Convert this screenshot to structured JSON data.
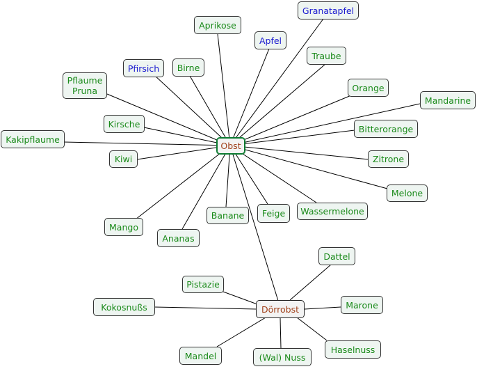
{
  "colors": {
    "leaf_text": "#1a8a1a",
    "link_text": "#1a1ad0",
    "hub_text": "#a0401a"
  },
  "hubs": {
    "obst": {
      "label": "Obst"
    },
    "doerrobst": {
      "label": "Dörrobst"
    }
  },
  "nodes": {
    "aprikose": {
      "label": "Aprikose"
    },
    "granatapfel": {
      "label": "Granatapfel"
    },
    "apfel": {
      "label": "Apfel"
    },
    "traube": {
      "label": "Traube"
    },
    "pfirsich": {
      "label": "Pfirsich"
    },
    "birne": {
      "label": "Birne"
    },
    "pflaume": {
      "label1": "Pflaume",
      "label2": "Pruna"
    },
    "orange": {
      "label": "Orange"
    },
    "mandarine": {
      "label": "Mandarine"
    },
    "kirsche": {
      "label": "Kirsche"
    },
    "bitterorange": {
      "label": "Bitterorange"
    },
    "kakipflaume": {
      "label": "Kakipflaume"
    },
    "kiwi": {
      "label": "Kiwi"
    },
    "zitrone": {
      "label": "Zitrone"
    },
    "melone": {
      "label": "Melone"
    },
    "wassermelone": {
      "label": "Wassermelone"
    },
    "banane": {
      "label": "Banane"
    },
    "feige": {
      "label": "Feige"
    },
    "mango": {
      "label": "Mango"
    },
    "ananas": {
      "label": "Ananas"
    },
    "dattel": {
      "label": "Dattel"
    },
    "pistazie": {
      "label": "Pistazie"
    },
    "kokosnuss": {
      "label": "Kokosnußs"
    },
    "marone": {
      "label": "Marone"
    },
    "mandel": {
      "label": "Mandel"
    },
    "walnuss": {
      "label": "(Wal) Nuss"
    },
    "haselnuss": {
      "label": "Haselnuss"
    }
  }
}
